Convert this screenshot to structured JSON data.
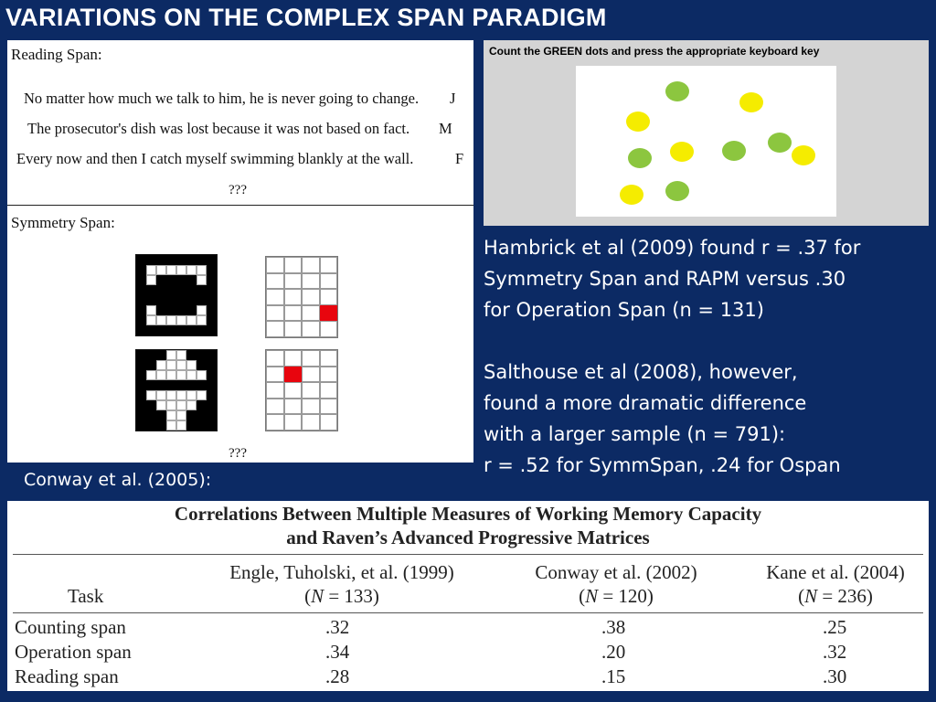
{
  "title": "VARIATIONS ON THE COMPLEX SPAN PARADIGM",
  "left_figure": {
    "reading_label": "Reading Span:",
    "sentences": [
      {
        "text": "No matter how much we talk to him, he is never going to change.",
        "letter": "J"
      },
      {
        "text": "The prosecutor's dish was lost because it was not based on fact.",
        "letter": "M"
      },
      {
        "text": "Every now and then I catch myself swimming blankly at the wall.",
        "letter": "F"
      }
    ],
    "reading_question": "???",
    "symmetry_label": "Symmetry Span:",
    "symmetry_question": "???",
    "red_color": "#e8050e"
  },
  "dots_task": {
    "instruction": "Count the GREEN dots and press the appropriate keyboard key",
    "green_color": "#8cc63f",
    "yellow_color": "#f5ec00"
  },
  "right_text": {
    "para1": [
      "Hambrick et al (2009) found r = .37 for",
      "Symmetry Span and RAPM versus .30",
      "for Operation Span (n = 131)"
    ],
    "para2": [
      "Salthouse et al (2008), however,",
      "found a more dramatic difference",
      "with a larger sample  (n = 791):",
      "r = .52 for SymmSpan, .24 for Ospan"
    ]
  },
  "conway_label": "Conway et al. (2005):",
  "table": {
    "caption_line1": "Correlations Between Multiple Measures of Working Memory Capacity",
    "caption_line2": "and Raven’s Advanced Progressive Matrices",
    "task_header": "Task",
    "columns": [
      {
        "study": "Engle, Tuholski, et al. (1999)",
        "n_label": "N",
        "n_value": "133"
      },
      {
        "study": "Conway et al. (2002)",
        "n_label": "N",
        "n_value": "120"
      },
      {
        "study": "Kane et al. (2004)",
        "n_label": "N",
        "n_value": "236"
      }
    ],
    "rows": [
      {
        "task": "Counting span",
        "values": [
          ".32",
          ".38",
          ".25"
        ]
      },
      {
        "task": "Operation span",
        "values": [
          ".34",
          ".20",
          ".32"
        ]
      },
      {
        "task": "Reading span",
        "values": [
          ".28",
          ".15",
          ".30"
        ]
      }
    ]
  },
  "colors": {
    "background": "#0c2a64",
    "text": "#ffffff"
  }
}
